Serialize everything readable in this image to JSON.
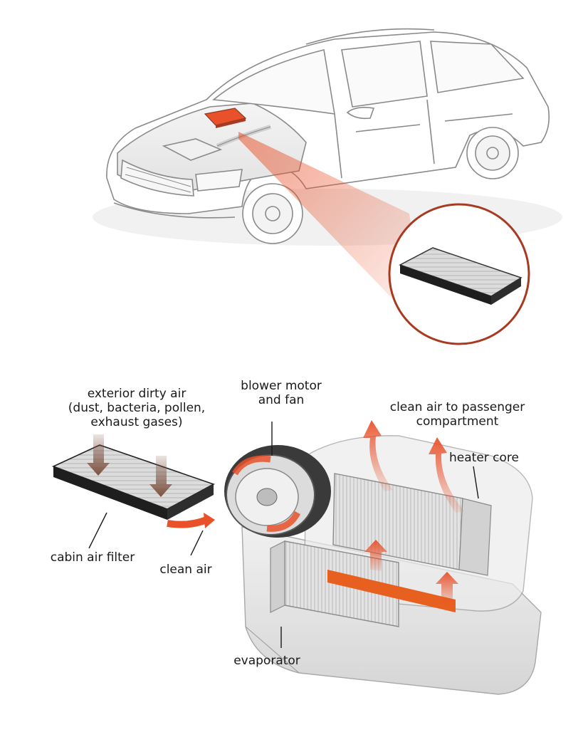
{
  "labels": {
    "exterior_dirty_air": "exterior dirty air\n(dust, bacteria, pollen,\nexhaust gases)",
    "blower_motor": "blower motor\nand fan",
    "clean_air_to_passenger": "clean air to passenger\ncompartment",
    "heater_core": "heater core",
    "cabin_air_filter": "cabin air filter",
    "clean_air": "clean air",
    "evaporator": "evaporator"
  },
  "colors": {
    "accent": "#e8512a",
    "accent_dark": "#c43d1a",
    "highlight_ring": "#a83a22",
    "line_art": "#8a8a8a"
  }
}
